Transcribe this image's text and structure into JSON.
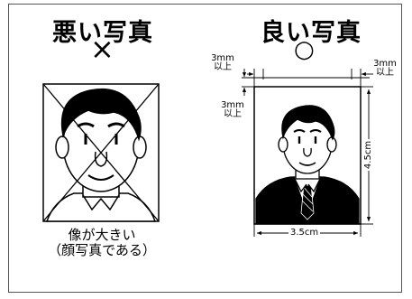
{
  "bad": {
    "title": "悪い写真",
    "mark": "×",
    "caption_line1": "像が大きい",
    "caption_line2": "（顔写真である）"
  },
  "good": {
    "title": "良い写真",
    "mark": "○",
    "margin_top": {
      "value": "3mm",
      "suffix": "以上"
    },
    "margin_right": {
      "value": "3mm",
      "suffix": "以上"
    },
    "margin_left": {
      "value": "3mm",
      "suffix": "以上"
    },
    "width_label": "3.5cm",
    "height_label": "4.5cm"
  }
}
